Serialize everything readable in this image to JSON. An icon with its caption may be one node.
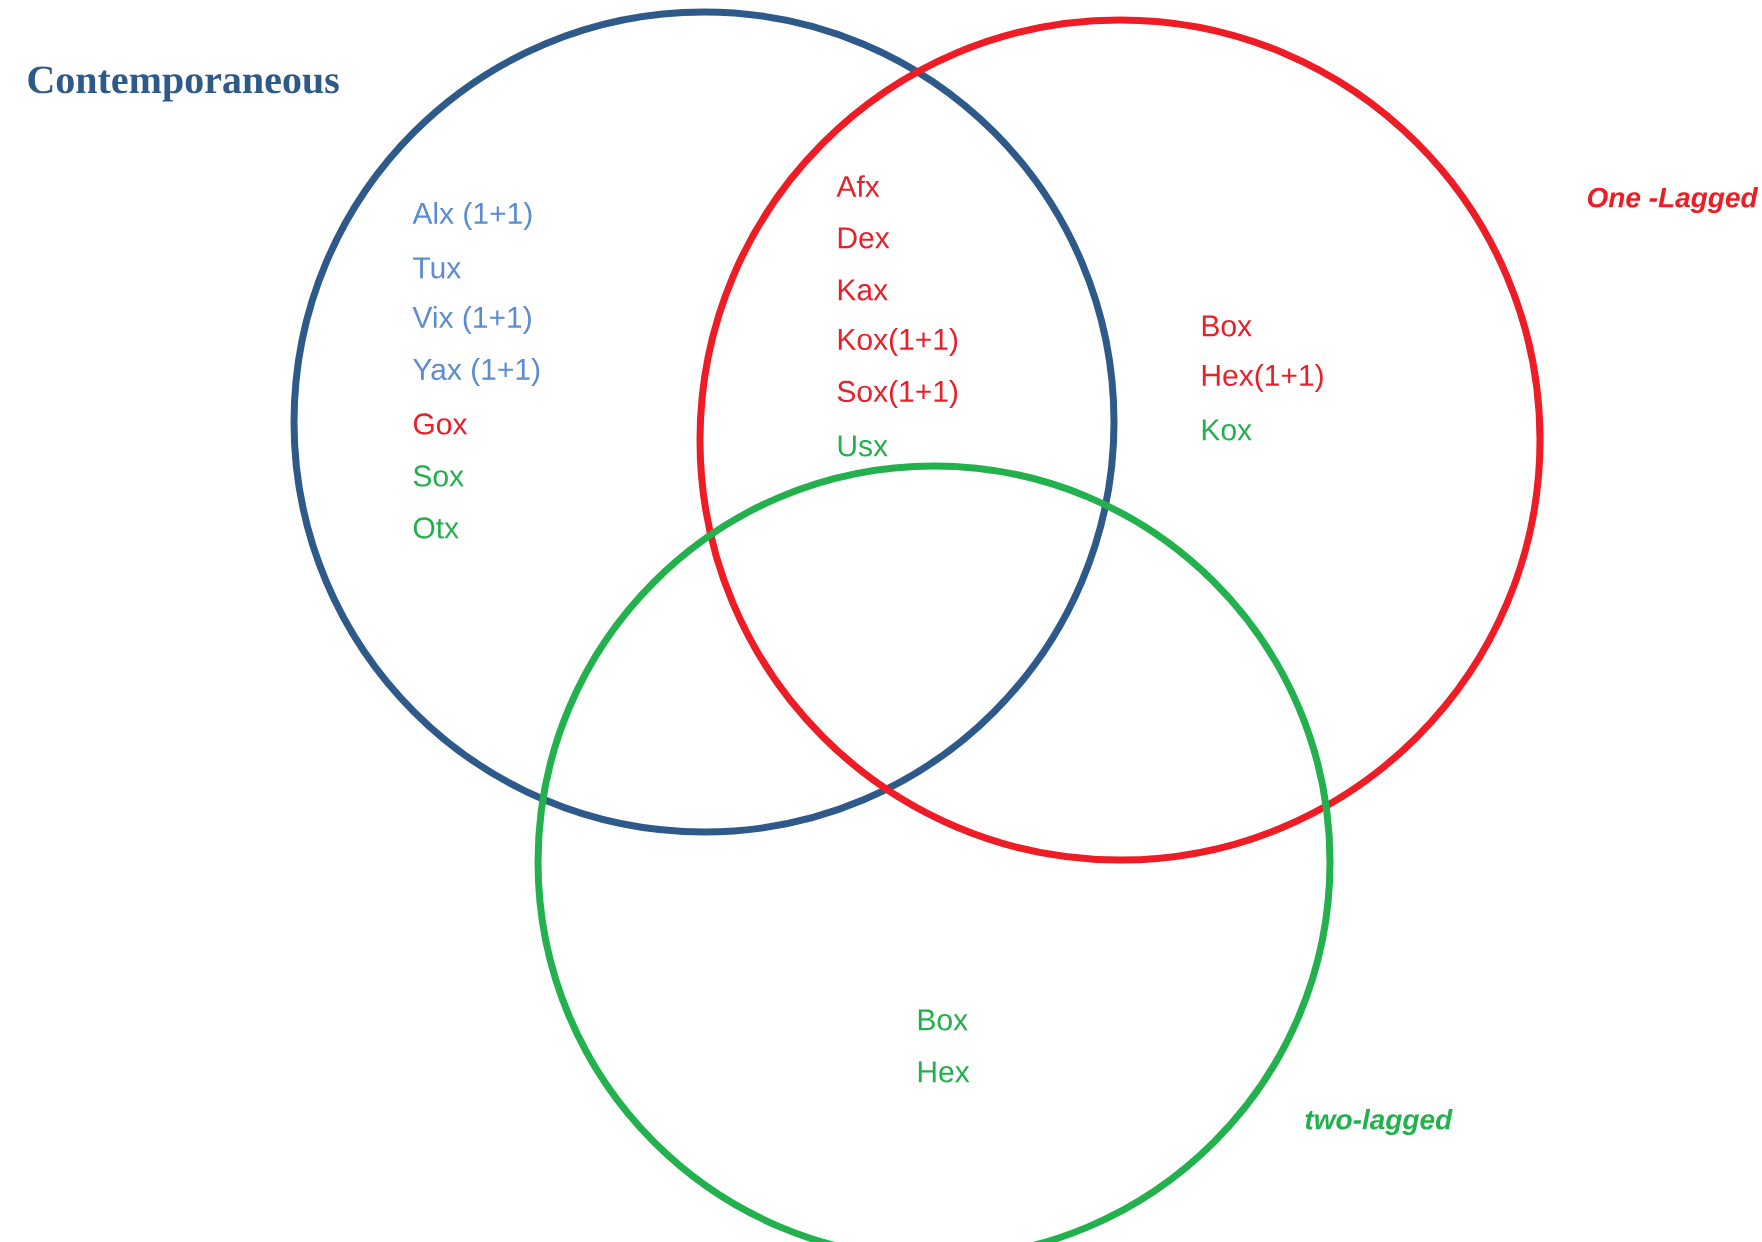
{
  "diagram": {
    "nodes": [
      {
        "text": [
          "Contemporaneous"
        ]
      },
      {
        "text": [
          "One -Lagged"
        ]
      },
      {
        "text": [
          "two-lagged"
        ]
      }
    ],
    "labels": [
      "Alx (1+1)",
      "Tux",
      "Vix (1+1)",
      "Yax (1+1)",
      "Gox",
      "Sox",
      "Otx",
      "Afx",
      "Dex",
      "Kax",
      "Kox(1+1)",
      "Sox(1+1)",
      "Usx",
      "Box",
      "Hex(1+1)",
      "Kox",
      "Box",
      "Hex"
    ]
  }
}
